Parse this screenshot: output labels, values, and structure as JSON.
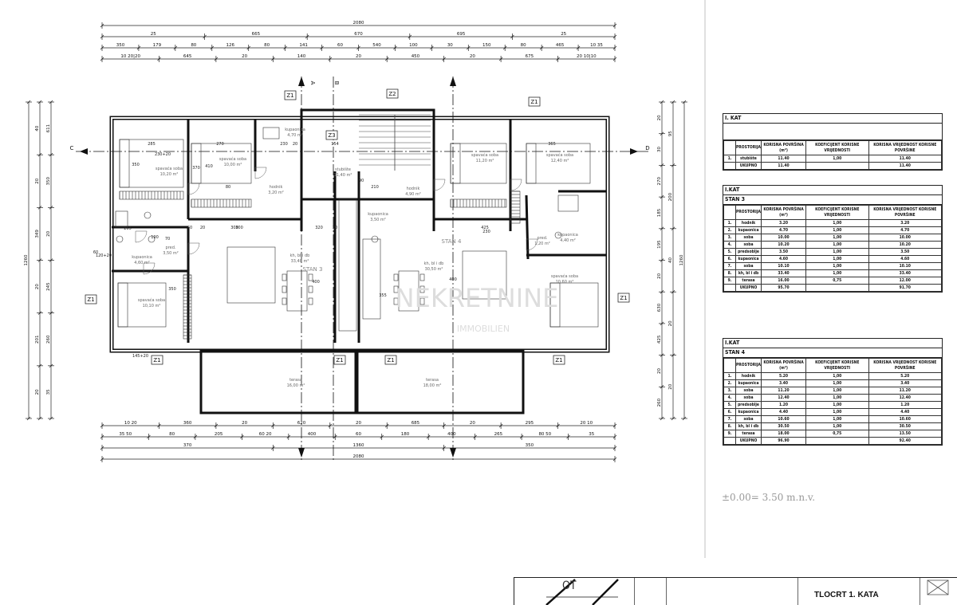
{
  "dimensions": {
    "top_total": "2080",
    "top_row2": [
      "25",
      "665",
      "670",
      "695",
      "25"
    ],
    "top_row3": [
      "350",
      "179",
      "80",
      "126",
      "80",
      "141",
      "60",
      "540",
      "100",
      "30",
      "150",
      "80",
      "465",
      "10 35"
    ],
    "top_row4": [
      "10 20|20",
      "645",
      "20",
      "140",
      "20",
      "450",
      "20",
      "675",
      "20 10|10"
    ],
    "bottom_total": "2080",
    "bottom_row1": [
      "10 20",
      "360",
      "20",
      "620",
      "20",
      "685",
      "20",
      "295",
      "20 10"
    ],
    "bottom_row2": [
      "35 50",
      "80",
      "205",
      "60 20",
      "400",
      "60",
      "180",
      "400",
      "265",
      "80 50",
      "35"
    ],
    "bottom_row3": [
      "370",
      "1360",
      "350"
    ],
    "left": [
      "40",
      "20",
      "349",
      "20",
      "201",
      "20",
      "611",
      "350",
      "20",
      "245",
      "260",
      "35"
    ],
    "left_total": "1260",
    "right": [
      "20",
      "30",
      "270",
      "185",
      "195",
      "20",
      "630",
      "425",
      "20",
      "260"
    ],
    "right_total": "1260",
    "right_inner": [
      "95",
      "200",
      "40",
      "20",
      "20"
    ]
  },
  "plan_labels": {
    "section_a": "A",
    "section_b": "B",
    "section_c": "C",
    "section_d": "D",
    "z_tags": [
      "Z1",
      "Z2",
      "Z3",
      "Z1",
      "Z1",
      "Z1",
      "Z1",
      "Z1",
      "Z1",
      "Z1"
    ],
    "z_tag": "Z1",
    "z2": "Z2",
    "z3": "Z3",
    "stan3": "STAN 3",
    "stan4": "STAN 4",
    "watermark": "NEKRETNINE",
    "watermark2": "IMMOBILIEN",
    "rooms": [
      {
        "name": "kupaonica",
        "area": "4,70 m²"
      },
      {
        "name": "stubište",
        "area": "11,40 m²"
      },
      {
        "name": "spavaća soba",
        "area": "10,20 m²"
      },
      {
        "name": "spavaća soba",
        "area": "10,00 m²"
      },
      {
        "name": "hodnik",
        "area": "3,20 m²"
      },
      {
        "name": "kupaonica",
        "area": "4,60 m²"
      },
      {
        "name": "pred.",
        "area": "3,50 m²"
      },
      {
        "name": "kh, bl i db",
        "area": "33,40 m²"
      },
      {
        "name": "spavaća soba",
        "area": "10,10 m²"
      },
      {
        "name": "terasa",
        "area": "16,00 m²"
      },
      {
        "name": "hodnik",
        "area": "4,90 m²"
      },
      {
        "name": "kupaonica",
        "area": "3,50 m²"
      },
      {
        "name": "spavaća soba",
        "area": "11,20 m²"
      },
      {
        "name": "spavaća soba",
        "area": "12,40 m²"
      },
      {
        "name": "kh, bl i db",
        "area": "30,50 m²"
      },
      {
        "name": "spavaća soba",
        "area": "10,60 m²"
      },
      {
        "name": "kupaonica",
        "area": "4,40 m²"
      },
      {
        "name": "pred.",
        "area": "1,20 m²"
      },
      {
        "name": "terasa",
        "area": "18,00 m²"
      }
    ],
    "inner_dims": [
      "285",
      "270",
      "230",
      "20",
      "154",
      "300",
      "365",
      "350",
      "370",
      "80",
      "205",
      "190",
      "70",
      "60",
      "20",
      "300",
      "320",
      "20",
      "425",
      "410",
      "400",
      "400",
      "350",
      "355",
      "230+20",
      "145+20",
      "120+20",
      "60",
      "90",
      "210",
      "230"
    ]
  },
  "tables": {
    "header": {
      "no": "",
      "room": "PROSTORIJA",
      "area": "KORISNA POVRŠINA (m²)",
      "coef": "KOEFICIJENT KORISNE VRIJEDNOSTI",
      "value": "KORISNA VRIJEDNOST KORISNE POVRŠINE"
    },
    "t1": {
      "title": "I. KAT",
      "rows": [
        [
          "1.",
          "stubište",
          "11.40",
          "1,00",
          "11.40"
        ]
      ],
      "total": [
        "",
        "UKUPNO",
        "11.40",
        "",
        "11.40"
      ]
    },
    "t2": {
      "title": "I.KAT",
      "subtitle": "STAN 3",
      "rows": [
        [
          "1.",
          "hodnik",
          "3.20",
          "1,00",
          "3.20"
        ],
        [
          "2.",
          "kupaonica",
          "4.70",
          "1,00",
          "4.70"
        ],
        [
          "3.",
          "soba",
          "10.00",
          "1,00",
          "10.00"
        ],
        [
          "4.",
          "soba",
          "10.20",
          "1,00",
          "10.20"
        ],
        [
          "5.",
          "predsoblje",
          "3.50",
          "1,00",
          "3.50"
        ],
        [
          "6.",
          "kupaonica",
          "4.60",
          "1,00",
          "4.60"
        ],
        [
          "7.",
          "soba",
          "10.10",
          "1,00",
          "10.10"
        ],
        [
          "8.",
          "kh, bl i db",
          "33.40",
          "1,00",
          "33.40"
        ],
        [
          "9.",
          "terasa",
          "16.00",
          "0,75",
          "12.00"
        ]
      ],
      "total": [
        "",
        "UKUPNO",
        "95.70",
        "",
        "91.70"
      ]
    },
    "t3": {
      "title": "I.KAT",
      "subtitle": "STAN 4",
      "rows": [
        [
          "1.",
          "hodnik",
          "5.20",
          "1,00",
          "5.20"
        ],
        [
          "2.",
          "kupaonica",
          "3.40",
          "1,00",
          "3.40"
        ],
        [
          "3.",
          "soba",
          "11.20",
          "1,00",
          "11.20"
        ],
        [
          "4.",
          "soba",
          "12.40",
          "1,00",
          "12.40"
        ],
        [
          "5.",
          "predsoblje",
          "1.20",
          "1,00",
          "1.20"
        ],
        [
          "6.",
          "kupaonica",
          "4.40",
          "1,00",
          "4.40"
        ],
        [
          "7.",
          "soba",
          "10.60",
          "1,00",
          "10.60"
        ],
        [
          "8.",
          "kh, bl i db",
          "30.50",
          "1,00",
          "30.50"
        ],
        [
          "9.",
          "terasa",
          "18.00",
          "0,75",
          "13.50"
        ]
      ],
      "total": [
        "",
        "UKUPNO",
        "96.90",
        "",
        "92.40"
      ]
    }
  },
  "level_note": "±0.00= 3.50 m.n.v.",
  "title_block": {
    "ot": "OT",
    "title": "TLOCRT 1. KATA"
  }
}
